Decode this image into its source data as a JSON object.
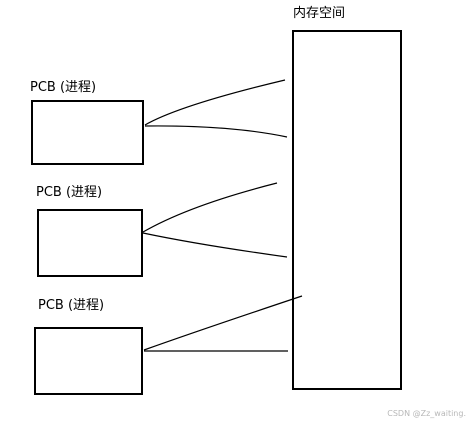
{
  "memory": {
    "title": "内存空间"
  },
  "pcbs": [
    {
      "label": "PCB (进程)"
    },
    {
      "label": "PCB (进程)"
    },
    {
      "label": "PCB (进程)"
    }
  ],
  "watermark": "CSDN @Zz_waiting."
}
